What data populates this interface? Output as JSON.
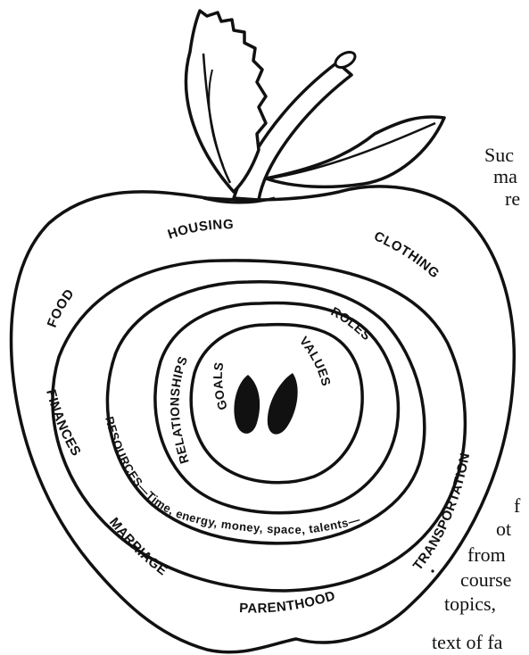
{
  "diagram": {
    "outer_labels": {
      "housing": "HOUSING",
      "clothing": "CLOTHING",
      "food": "FOOD",
      "finances": "FINANCES",
      "marriage": "MARRIAGE",
      "parenthood": "PARENTHOOD",
      "transportation": "TRANSPORTATION"
    },
    "ring_labels": {
      "resources": "RESOURCES—Time, energy, money, space, talents—",
      "relationships": "RELATIONSHIPS",
      "roles": "ROLES"
    },
    "core_labels": {
      "goals": "GOALS",
      "values": "VALUES"
    }
  },
  "side_text": {
    "lines": [
      "Suc",
      "ma",
      "re",
      "f",
      "ot",
      "from",
      "course",
      "topics,",
      "text of fa"
    ]
  }
}
